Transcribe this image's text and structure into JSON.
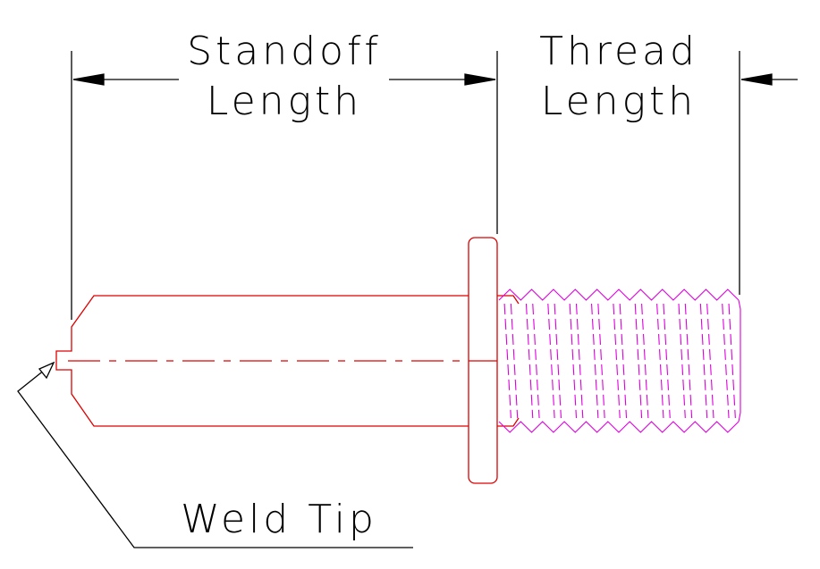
{
  "labels": {
    "standoff_line1": "Standoff",
    "standoff_line2": "Length",
    "thread_line1": "Thread",
    "thread_line2": "Length",
    "weld_tip": "Weld Tip"
  },
  "colors": {
    "background": "#ffffff",
    "dimension_lines": "#000000",
    "stud_body": "#dd0000",
    "thread": "#dd00dd"
  },
  "icons": {
    "dimension_arrow": "arrowhead-icon",
    "leader_arrow": "open-arrowhead-icon"
  },
  "thread": {
    "pitch_count": 11
  }
}
